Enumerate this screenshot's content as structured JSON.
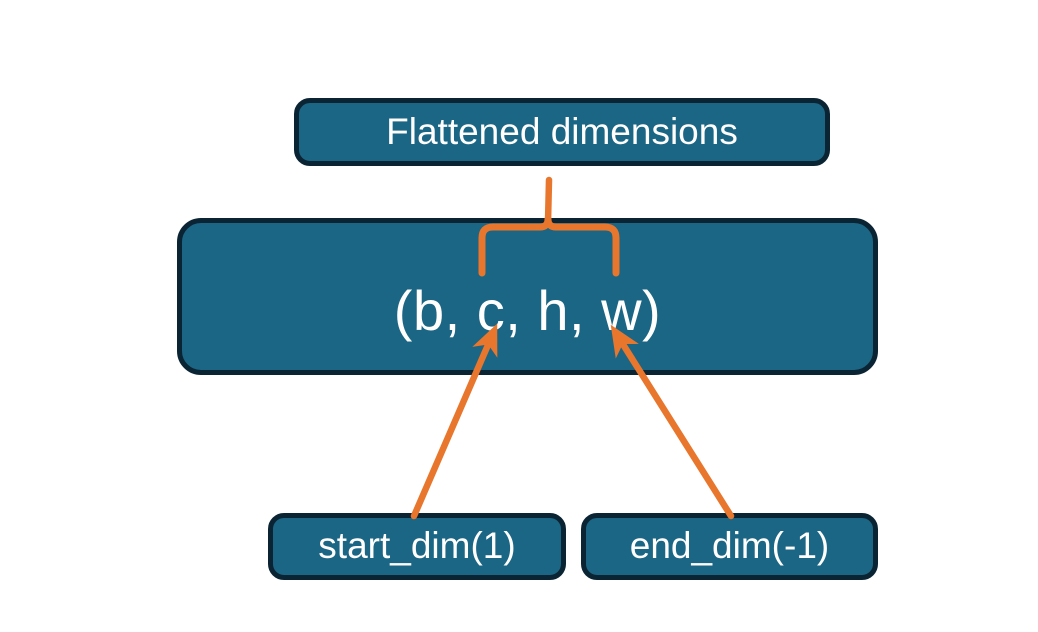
{
  "diagram": {
    "title_text": "Flattened dimensions",
    "type": "annotated-block-diagram",
    "background_color": "#ffffff",
    "node_fill_color": "#1b6684",
    "node_border_color": "#0b2434",
    "node_text_color": "#ffffff",
    "annotation_color": "#e8762c",
    "nodes": {
      "flattened": {
        "label": "Flattened dimensions",
        "role": "callout-label-top"
      },
      "shape": {
        "label": "(b, c, h, w)",
        "role": "tensor-shape-box",
        "dims": [
          "b",
          "c",
          "h",
          "w"
        ]
      },
      "start_dim": {
        "label": "start_dim(1)",
        "role": "parameter-box",
        "value": 1
      },
      "end_dim": {
        "label": "end_dim(-1)",
        "role": "parameter-box",
        "value": -1
      }
    },
    "annotations": {
      "brace": {
        "name": "curly-brace-over-dims",
        "covers": [
          "c",
          "h",
          "w"
        ],
        "points_to": "Flattened dimensions"
      },
      "arrow_start_dim": {
        "name": "arrow-start-dim-to-c",
        "from": "start_dim(1)",
        "to": "c"
      },
      "arrow_end_dim": {
        "name": "arrow-end-dim-to-w",
        "from": "end_dim(-1)",
        "to": "w"
      }
    }
  }
}
